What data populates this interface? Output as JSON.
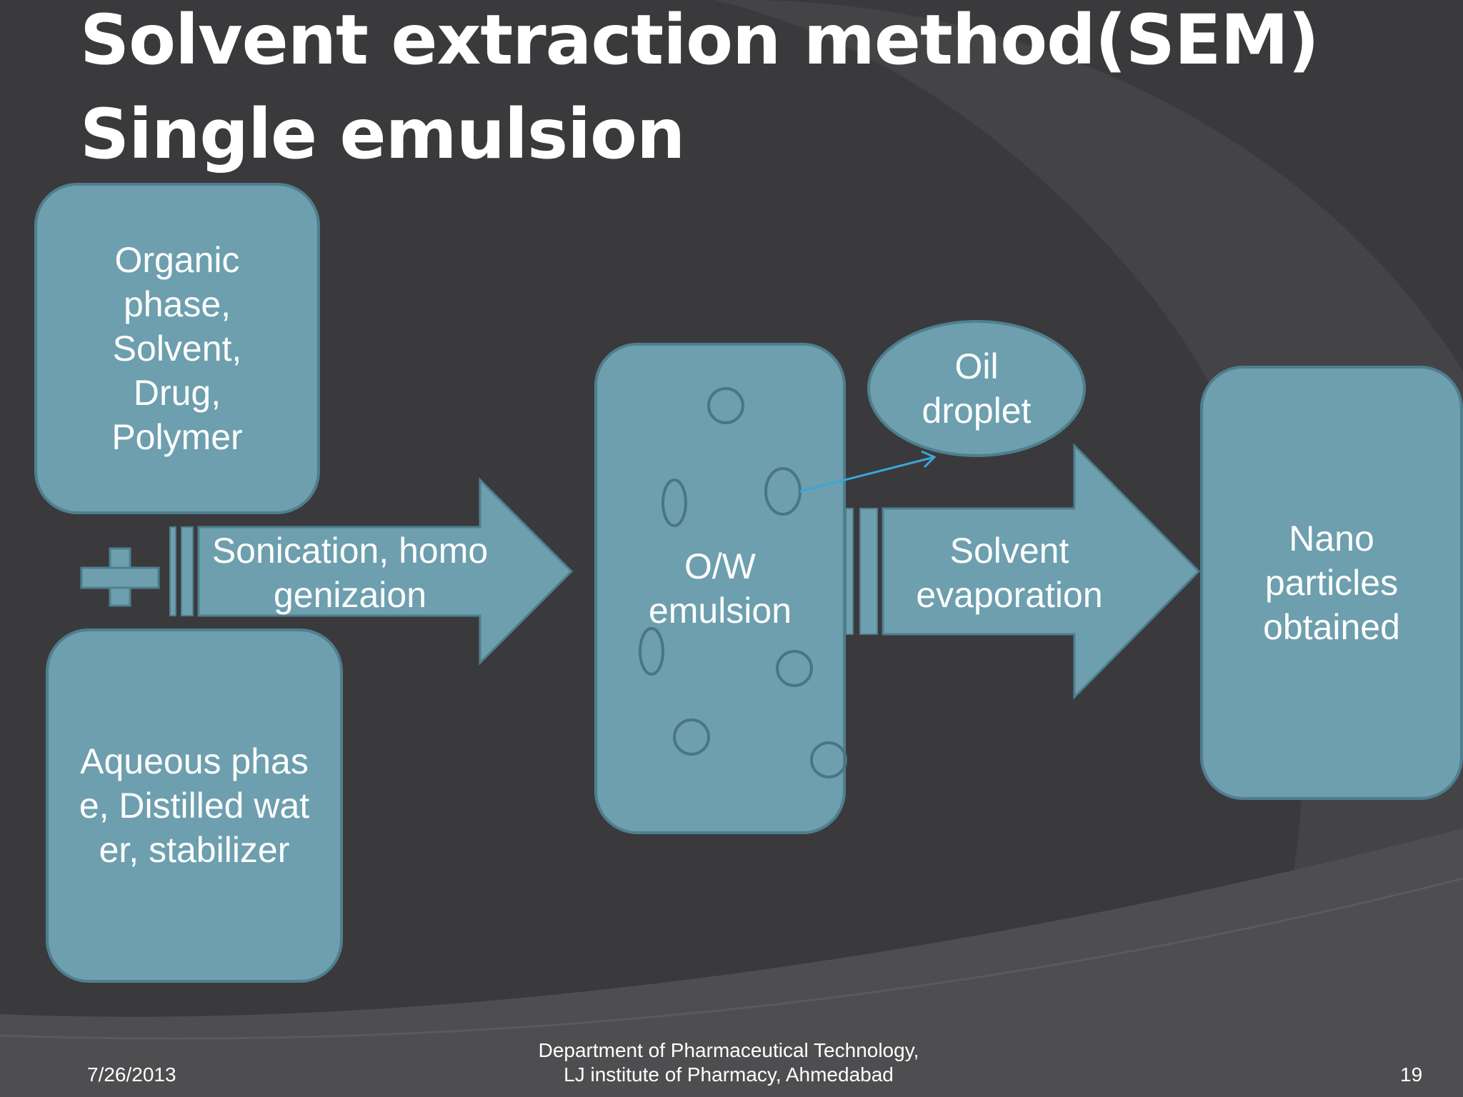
{
  "slide": {
    "title_line1": "Solvent extraction method(SEM)",
    "title_line2": "Single emulsion"
  },
  "diagram": {
    "organic_phase": "Organic phase, Solvent, Drug, Polymer",
    "aqueous_phase": "Aqueous phase, Distilled water, stabilizer",
    "step1_label": "Sonication, homogenizaion",
    "emulsion": "O/W emulsion",
    "oil_droplet": "Oil droplet",
    "step2_label": "Solvent evaporation",
    "result": "Nano particles obtained"
  },
  "footer": {
    "date": "7/26/2013",
    "department_line1": "Department of Pharmaceutical Technology,",
    "department_line2": "LJ institute of Pharmacy, Ahmedabad",
    "page_number": "19"
  },
  "colors": {
    "background": "#3a3a3c",
    "shape_fill": "#6d9fae",
    "shape_border": "#4f7f8f",
    "text": "#ffffff",
    "pointer_line": "#3aa6d8"
  }
}
